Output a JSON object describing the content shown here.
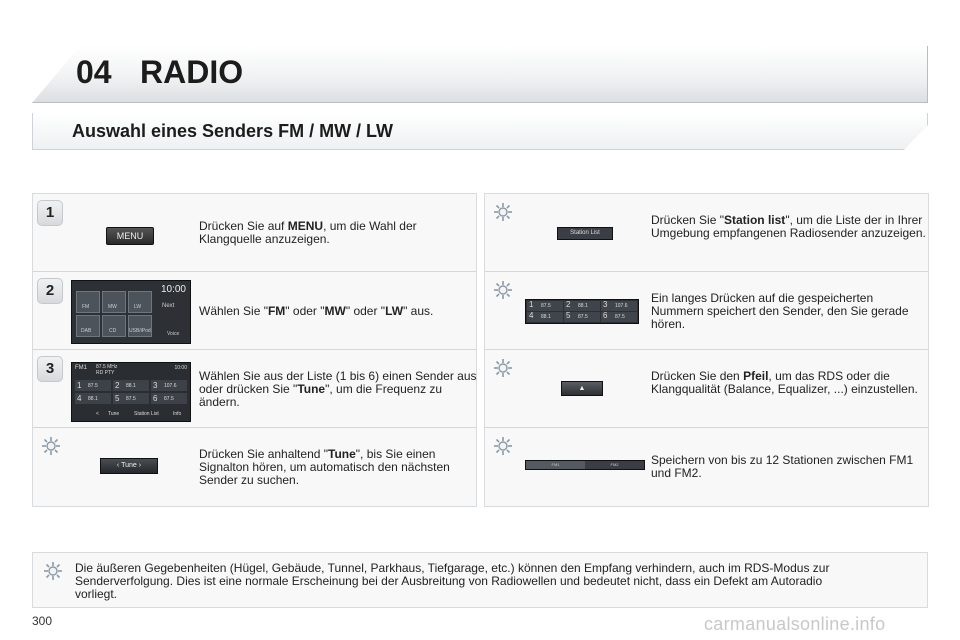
{
  "header": {
    "chapter_number": "04",
    "chapter_title": "RADIO"
  },
  "section": {
    "title": "Auswahl eines Senders FM / MW / LW"
  },
  "left_steps": [
    {
      "badge": "1",
      "button_label": "MENU",
      "text_pre": "Drücken Sie auf ",
      "text_bold": "MENU",
      "text_post": ", um die Wahl der Klangquelle anzuzeigen."
    },
    {
      "badge": "2",
      "clock": "10:00",
      "tiles": [
        "FM",
        "MW",
        "LW",
        "DAB",
        "CD",
        "USB/iPod"
      ],
      "next_label": "Next",
      "voice_label": "Voice",
      "text": [
        "Wählen Sie \"",
        "FM",
        "\" oder \"",
        "MW",
        "\" oder \"",
        "LW",
        "\" aus."
      ]
    },
    {
      "badge": "3",
      "band": "FM1",
      "freq": "87.5 MHz",
      "rds": "RD PTY",
      "clock": "10:00",
      "presets": [
        "1",
        "2",
        "3",
        "4",
        "5",
        "6"
      ],
      "preset_values": [
        "87.5",
        "88.1",
        "107.6",
        "88.1",
        "87.5",
        "87.5"
      ],
      "bar": [
        "<",
        "Tune",
        "Station List",
        "Info"
      ],
      "text_pre": "Wählen Sie aus der Liste (1 bis 6) einen Sender aus oder drücken Sie \"",
      "text_bold": "Tune",
      "text_post": "\", um die Frequenz zu ändern."
    },
    {
      "button_label": "Tune",
      "text_pre": "Drücken Sie anhaltend \"",
      "text_bold": "Tune",
      "text_post": "\", bis Sie einen Signalton hören, um automatisch den nächsten Sender zu suchen."
    }
  ],
  "right_steps": [
    {
      "button_label": "Station List",
      "text_pre": "Drücken Sie \"",
      "text_bold": "Station list",
      "text_post": "\", um die Liste der in Ihrer Umgebung empfangenen Radiosender anzuzeigen."
    },
    {
      "presets": [
        "1",
        "2",
        "3",
        "4",
        "5",
        "6"
      ],
      "preset_values": [
        "87.5",
        "88.1",
        "107.6",
        "88.1",
        "87.5",
        "87.5"
      ],
      "text": "Ein langes Drücken auf die gespeicherten Nummern speichert den Sender, den Sie gerade hören."
    },
    {
      "button_label": "▲",
      "text_pre": "Drücken Sie den ",
      "text_bold": "Pfeil",
      "text_post": ", um das RDS oder die Klangqualität (Balance, Equalizer, ...) einzustellen."
    },
    {
      "tabs": [
        "FM1",
        "FM2"
      ],
      "text": "Speichern von bis zu 12 Stationen zwischen FM1 und FM2."
    }
  ],
  "note": {
    "text": "Die äußeren Gegebenheiten (Hügel, Gebäude, Tunnel, Parkhaus, Tiefgarage, etc.) können den Empfang verhindern, auch im RDS-Modus zur Senderverfolgung. Dies ist eine normale Erscheinung bei der Ausbreitung von Radiowellen und bedeutet nicht, dass ein Defekt am Autoradio vorliegt."
  },
  "footer": {
    "page_number": "300",
    "watermark": "carmanualsonline.info"
  }
}
